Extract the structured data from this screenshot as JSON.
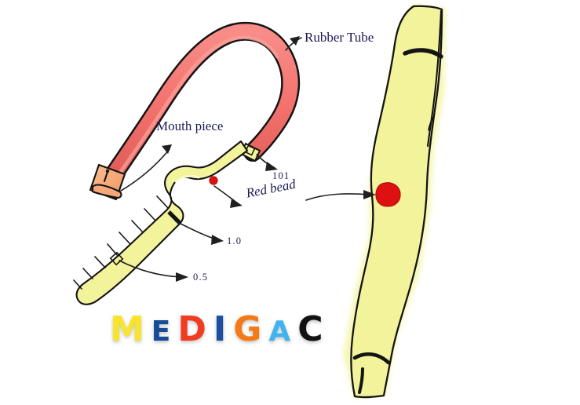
{
  "figure": {
    "title": "Medigac gastric tube diagram",
    "background_color": "#ffffff"
  },
  "labels": {
    "rubber_tube": "Rubber Tube",
    "mouth_piece": "Mouth piece",
    "red_bead": "Red bead",
    "marking_101": "101",
    "marking_1_0": "1.0",
    "marking_0_5": "0.5"
  },
  "colors": {
    "tube_pink": "#F4736F",
    "tube_pink_shade": "#E2534F",
    "mouthpiece_peach": "#F6A878",
    "mouthpiece_shade": "#EE9060",
    "tube_yellow": "#F3F39C",
    "tube_yellow_light": "#F7F7B8",
    "red_bead": "#DD1111",
    "red_bead_shade": "#B00808",
    "outline": "#141414",
    "label_navy": "#1b1b55",
    "background": "#ffffff"
  },
  "brand": {
    "name": "MEDIGAC",
    "letters": [
      {
        "char": "M",
        "color": "#F7E52B",
        "size": "lg"
      },
      {
        "char": "E",
        "color": "#184C96",
        "size": "sm"
      },
      {
        "char": "D",
        "color": "#F03C22",
        "size": "lg"
      },
      {
        "char": "I",
        "color": "#1C4FA0",
        "size": "lg"
      },
      {
        "char": "G",
        "color": "#F47A18",
        "size": "lg"
      },
      {
        "char": "A",
        "color": "#3FB4EE",
        "size": "sm"
      },
      {
        "char": "C",
        "color": "#121212",
        "size": "lg"
      }
    ]
  },
  "parts": {
    "rubber_tube": {
      "name": "rubber-tube",
      "description": "salmon pink flexible rubber tube curving in a hairpin"
    },
    "mouth_piece": {
      "name": "mouth-piece",
      "description": "peach coloured cylindrical mouthpiece at the free end of the rubber tube"
    },
    "graduated_tube": {
      "name": "graduated-tube",
      "description": "yellow graduated tube with ladder markings and a bulb"
    },
    "red_bead_small": {
      "name": "red-bead-small",
      "description": "small red bead inside the bulb of the graduated tube"
    },
    "enlarged_view": {
      "name": "enlarged-bulb-view",
      "description": "enlarged yellow bulb view on the right with black band rings and a red bead"
    },
    "red_bead_large": {
      "name": "red-bead-large",
      "description": "red bead shown in the enlarged bulb view"
    }
  }
}
